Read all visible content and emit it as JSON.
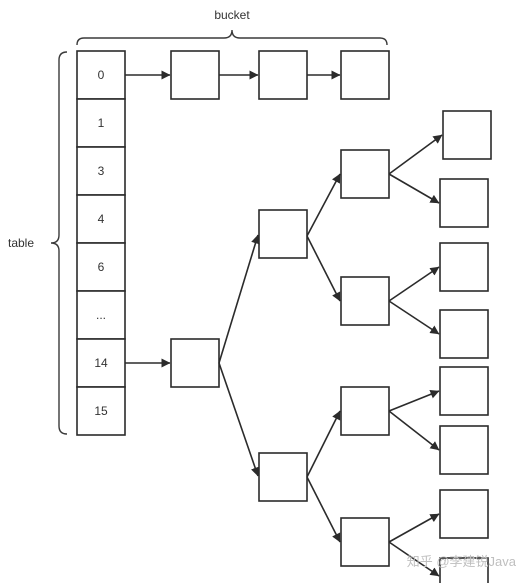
{
  "labels": {
    "bucket": "bucket",
    "table": "table"
  },
  "table_cells": [
    "0",
    "1",
    "3",
    "4",
    "6",
    "...",
    "14",
    "15"
  ],
  "watermark": "知乎 @李建锐Java",
  "colors": {
    "stroke": "#2b2b2b",
    "background": "#ffffff",
    "text": "#333333",
    "watermark": "#bfbfbf"
  }
}
